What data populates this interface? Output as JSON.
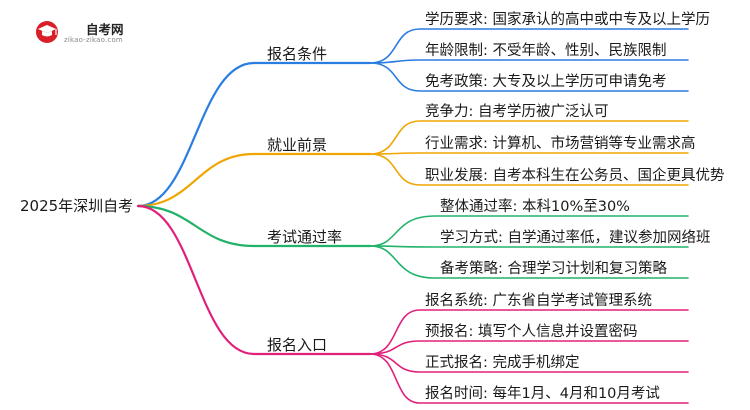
{
  "logo": {
    "name": "自考网",
    "url": "zikao-zikao.com"
  },
  "root": "2025年深圳自考",
  "branches": [
    {
      "label": "报名条件",
      "color": "#2a7de1",
      "items": [
        "学历要求: 国家承认的高中或中专及以上学历",
        "年龄限制: 不受年龄、性别、民族限制",
        "免考政策: 大专及以上学历可申请免考"
      ]
    },
    {
      "label": "就业前景",
      "color": "#f0a500",
      "items": [
        "竞争力: 自考学历被广泛认可",
        "行业需求: 计算机、市场营销等专业需求高",
        "职业发展: 自考本科生在公务员、国企更具优势"
      ]
    },
    {
      "label": "考试通过率",
      "color": "#22b36b",
      "items": [
        "整体通过率: 本科10%至30%",
        "学习方式: 自学通过率低，建议参加网络班",
        "备考策略: 合理学习计划和复习策略"
      ]
    },
    {
      "label": "报名入口",
      "color": "#e0207a",
      "items": [
        "报名系统: 广东省自学考试管理系统",
        "预报名: 填写个人信息并设置密码",
        "正式报名: 完成手机绑定",
        "报名时间: 每年1月、4月和10月考试"
      ]
    }
  ]
}
